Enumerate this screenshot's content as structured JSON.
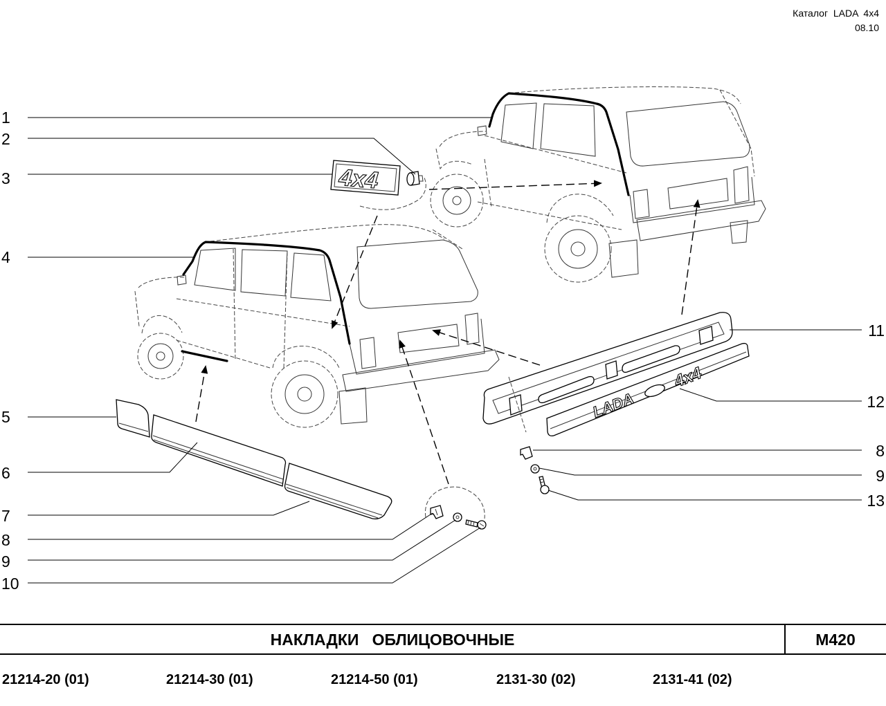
{
  "header": {
    "catalog": "Каталог  LADA  4x4",
    "date": "08.10"
  },
  "callouts": {
    "left": [
      "1",
      "2",
      "3",
      "4",
      "5",
      "6",
      "7",
      "8",
      "9",
      "10"
    ],
    "right": [
      "11",
      "12",
      "8",
      "9",
      "13"
    ]
  },
  "part_lettering": {
    "emblem": "4x4",
    "trim_brand": "LADA",
    "trim_model": "4x4"
  },
  "title_block": {
    "title": "НАКЛАДКИ   ОБЛИЦОВОЧНЫЕ",
    "code": "М420"
  },
  "models": [
    "21214-20 (01)",
    "21214-30 (01)",
    "21214-50 (01)",
    "2131-30 (02)",
    "2131-41 (02)"
  ]
}
